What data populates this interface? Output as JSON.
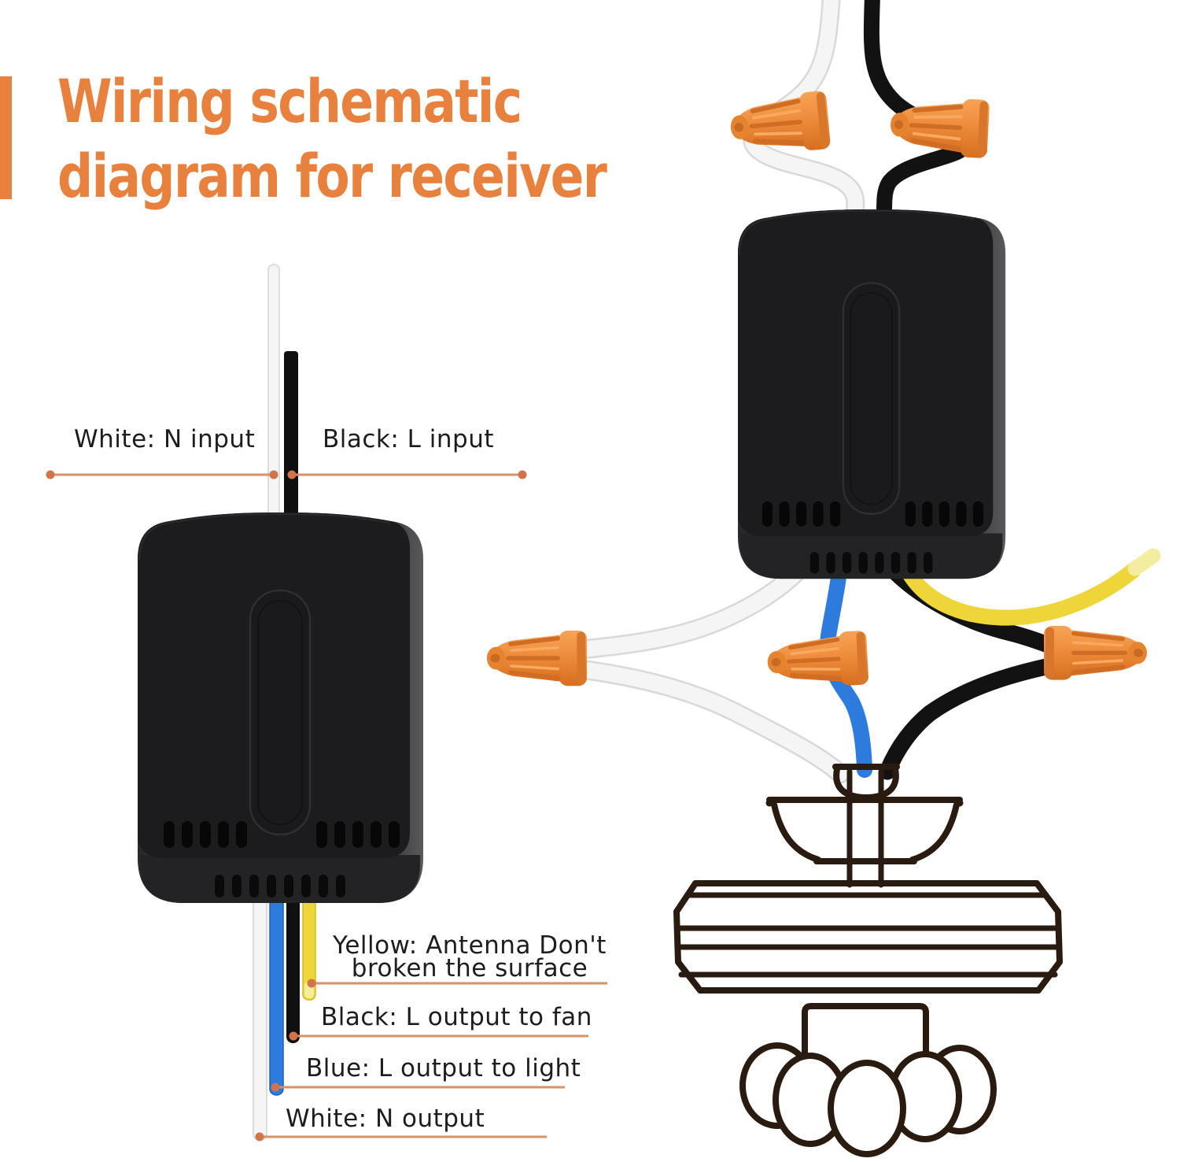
{
  "title": {
    "line1": "Wiring schematic",
    "line2": "diagram for receiver"
  },
  "labels": {
    "white_input": "White: N input",
    "black_input": "Black: L input",
    "yellow_output_line1": "Yellow: Antenna Don't",
    "yellow_output_line2": "broken the surface",
    "black_output": "Black: L output to fan",
    "blue_output": "Blue: L output to light",
    "white_output": "White: N output"
  },
  "components": {
    "receiver_count": 2,
    "wire_nut_count": 5,
    "icons": [
      "receiver-box",
      "wire-nut",
      "ceiling-fan-drawing",
      "callout-line"
    ]
  },
  "colors": {
    "accent": "#E7813D",
    "label_text": "#1D1D1D",
    "callout_line": "#D4946A",
    "callout_dot": "#D3734A",
    "wire_white": "#F5F5F5",
    "wire_black": "#121212",
    "wire_blue": "#2E7BDE",
    "wire_yellow": "#EED63A",
    "wire_yellow_tip": "#F3EDA0",
    "nut_orange": "#EE8C3C",
    "fan_outline": "#2A1B10",
    "background": "#FFFFFF"
  }
}
